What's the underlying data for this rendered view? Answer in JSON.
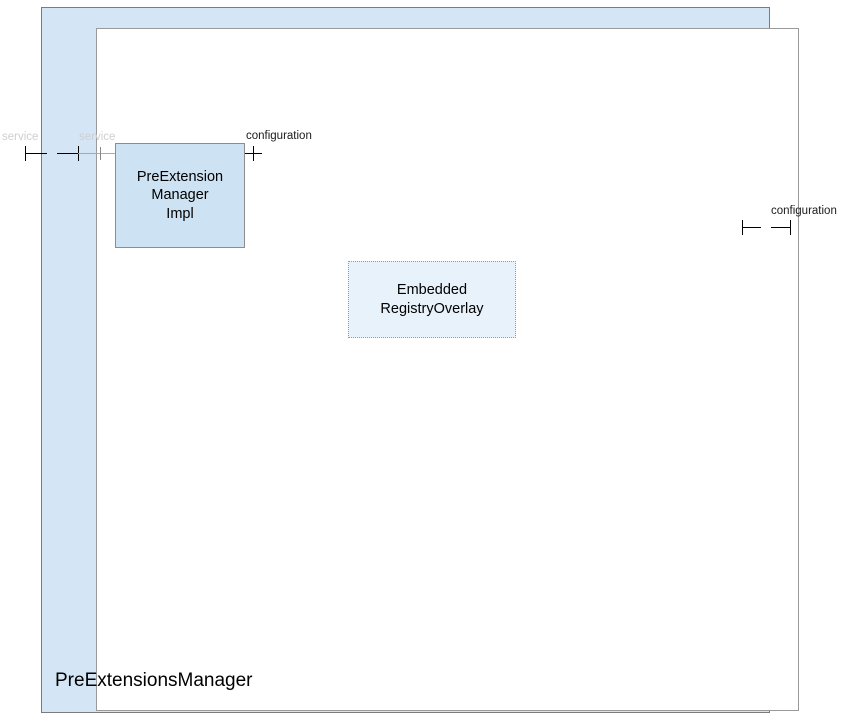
{
  "diagram": {
    "type": "uml-composite-structure",
    "frame": {
      "name": "PreExtensionsManager",
      "fill_color": "#d4e6f5",
      "border_color": "#7b7b7b",
      "body_fill": "#ffffff"
    },
    "parts": [
      {
        "id": "pre-extension-manager-impl",
        "label": "PreExtension\nManager\nImpl",
        "border_style": "solid",
        "fill_color": "#cde2f2",
        "border_color": "#8d8d8d"
      },
      {
        "id": "embedded-registry-overlay",
        "label": "Embedded\nRegistryOverlay",
        "border_style": "dotted",
        "fill_color": "#e8f2fa",
        "border_color": "#9b9b9b"
      }
    ],
    "ports": [
      {
        "id": "service-external",
        "label": "service",
        "label_color": "#cfcfcf",
        "glyph": "required-interface-socket"
      },
      {
        "id": "service-internal",
        "label": "service",
        "label_color": "#cfcfcf",
        "glyph": "required-interface-socket"
      },
      {
        "id": "configuration-impl",
        "label": "configuration",
        "label_color": "#1a1a1a",
        "glyph": "required-interface-socket"
      },
      {
        "id": "configuration-frame",
        "label": "configuration",
        "label_color": "#1a1a1a",
        "glyph": "required-interface-socket"
      }
    ]
  }
}
